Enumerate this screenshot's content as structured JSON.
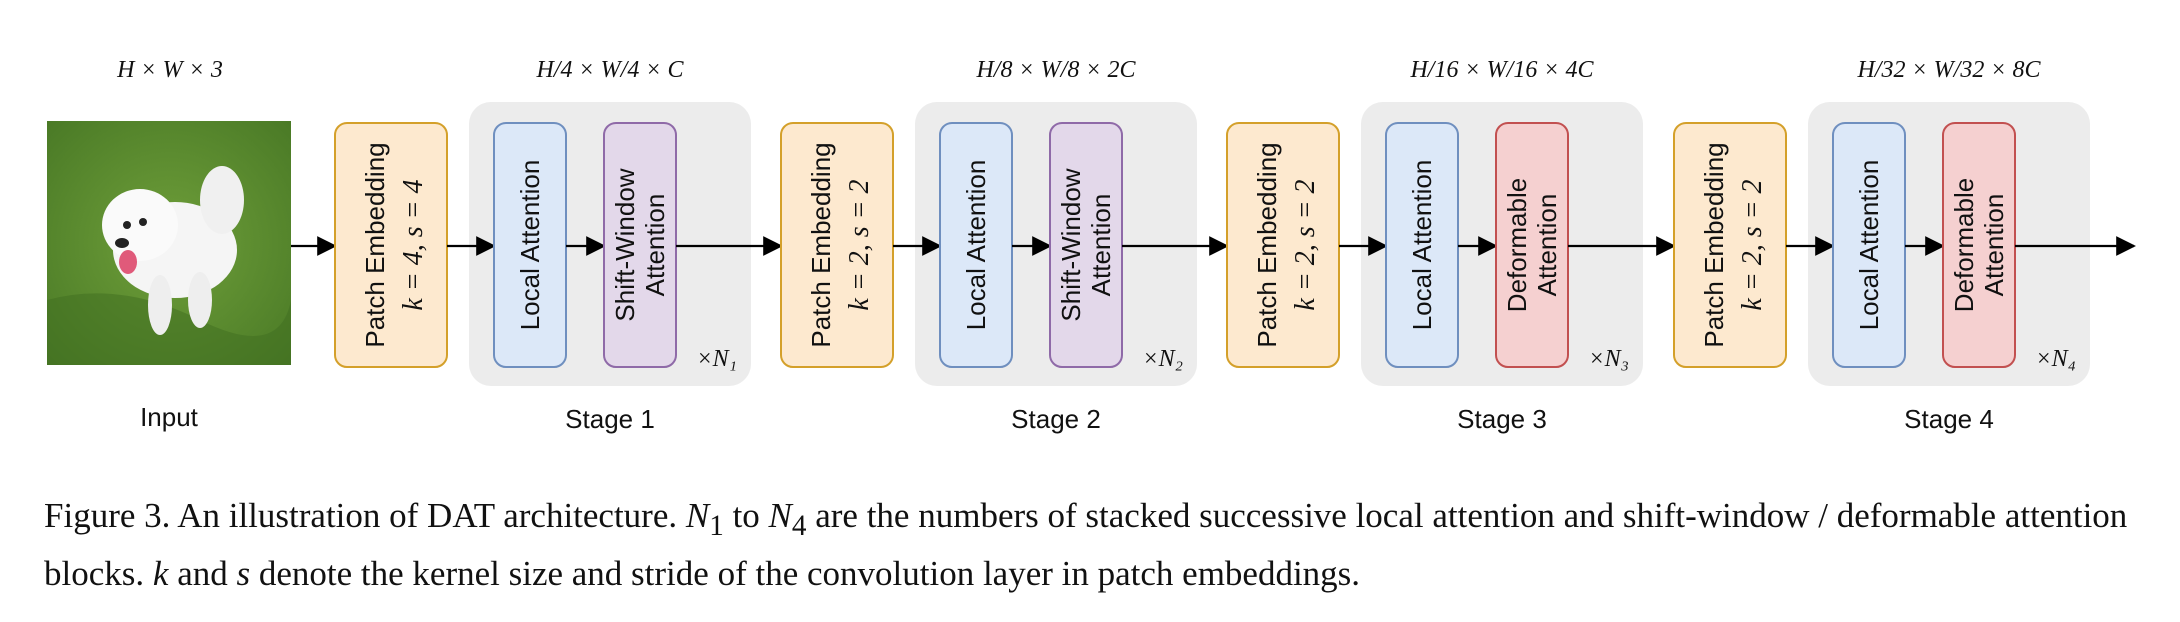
{
  "input": {
    "label": "Input",
    "dims": "H × W × 3"
  },
  "stages": [
    {
      "label": "Stage 1",
      "dims": "H/4 × W/4 × C",
      "patch_embedding": {
        "title": "Patch Embedding",
        "params": "k = 4,  s = 4"
      },
      "block1": {
        "line1": "Local Attention"
      },
      "block2": {
        "line1": "Shift-Window",
        "line2": "Attention",
        "kind": "shift-window"
      },
      "repeat": "×N₁"
    },
    {
      "label": "Stage 2",
      "dims": "H/8 × W/8 × 2C",
      "patch_embedding": {
        "title": "Patch Embedding",
        "params": "k = 2,  s = 2"
      },
      "block1": {
        "line1": "Local Attention"
      },
      "block2": {
        "line1": "Shift-Window",
        "line2": "Attention",
        "kind": "shift-window"
      },
      "repeat": "×N₂"
    },
    {
      "label": "Stage 3",
      "dims": "H/16 × W/16 × 4C",
      "patch_embedding": {
        "title": "Patch Embedding",
        "params": "k = 2,  s = 2"
      },
      "block1": {
        "line1": "Local Attention"
      },
      "block2": {
        "line1": "Deformable",
        "line2": "Attention",
        "kind": "deformable"
      },
      "repeat": "×N₃"
    },
    {
      "label": "Stage 4",
      "dims": "H/32 × W/32 × 8C",
      "patch_embedding": {
        "title": "Patch Embedding",
        "params": "k = 2,  s = 2"
      },
      "block1": {
        "line1": "Local Attention"
      },
      "block2": {
        "line1": "Deformable",
        "line2": "Attention",
        "kind": "deformable"
      },
      "repeat": "×N₄"
    }
  ],
  "caption": {
    "fig": "Figure 3.",
    "t1": " An illustration of DAT architecture. ",
    "n1": "N",
    "n1_sub": "1",
    "t2": " to ",
    "n4": "N",
    "n4_sub": "4",
    "t3": " are the numbers of stacked successive local attention and shift-window / deformable attention blocks. ",
    "k": "k",
    "t4": " and ",
    "s": "s",
    "t5": " denote the kernel size and stride of the convolution layer in patch embeddings."
  },
  "colors": {
    "patch_embedding": "#fde9cf",
    "local_attention": "#dce8f8",
    "shift_window": "#e3d8ea",
    "deformable": "#f5d0d0",
    "stage_background": "#ececec"
  },
  "icons": {
    "input_image": "white-dog-on-grass-photo"
  }
}
